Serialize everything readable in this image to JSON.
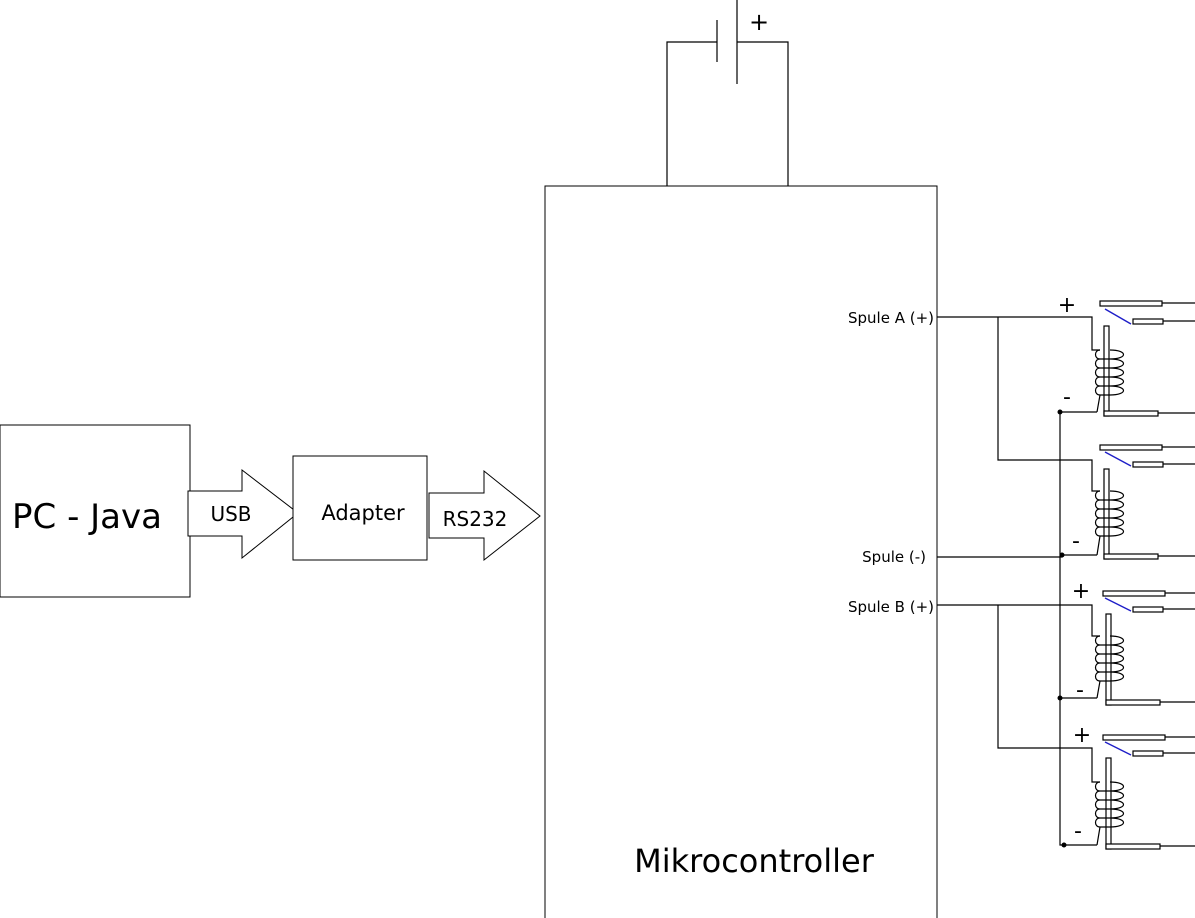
{
  "blocks": {
    "pc": "PC - Java",
    "adapter": "Adapter",
    "mcu": "Mikrocontroller"
  },
  "arrows": {
    "usb": "USB",
    "rs232": "RS232"
  },
  "battery": {
    "plus": "+"
  },
  "pins": {
    "coil_a": "Spule A (+)",
    "coil_common": "Spule (-)",
    "coil_b": "Spule B (+)"
  },
  "relays": [
    {
      "plus": "+",
      "minus": "-"
    },
    {
      "plus": "",
      "minus": "-"
    },
    {
      "plus": "+",
      "minus": "-"
    },
    {
      "plus": "+",
      "minus": "-"
    }
  ]
}
